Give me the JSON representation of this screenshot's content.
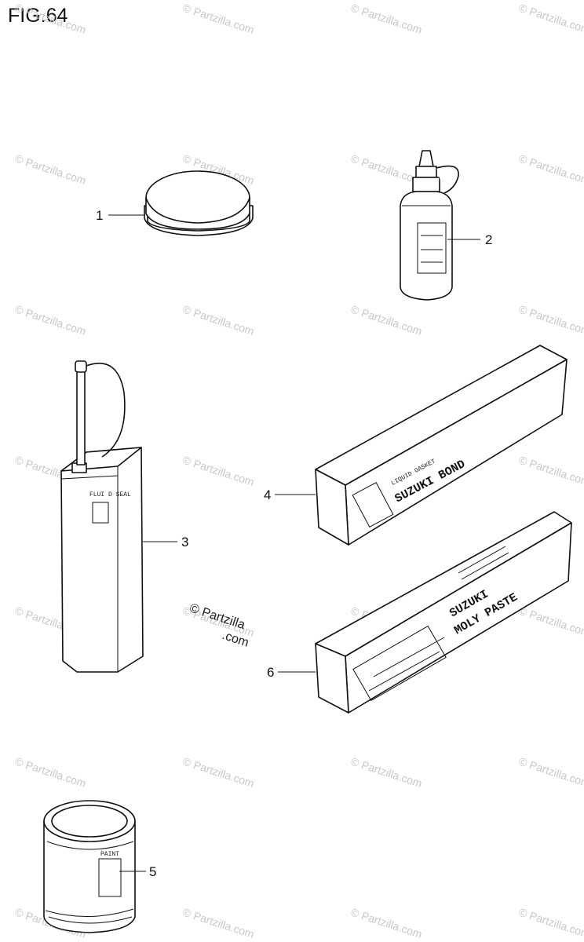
{
  "figure": {
    "title": "FIG.64"
  },
  "watermark": {
    "text": "© Partzilla.com"
  },
  "credit": {
    "line1": "© Partzilla",
    "line2": ".com"
  },
  "callouts": [
    {
      "id": "1",
      "label": "1"
    },
    {
      "id": "2",
      "label": "2"
    },
    {
      "id": "3",
      "label": "3"
    },
    {
      "id": "4",
      "label": "4"
    },
    {
      "id": "5",
      "label": "5"
    },
    {
      "id": "6",
      "label": "6"
    }
  ],
  "product_text": {
    "bond": "SUZUKI BOND",
    "bond_sub": "LIQUID GASKET",
    "moly_1": "SUZUKI",
    "moly_2": "MOLY PASTE"
  },
  "colors": {
    "line": "#111111",
    "watermark": "#c8c8c8",
    "background": "#ffffff"
  }
}
